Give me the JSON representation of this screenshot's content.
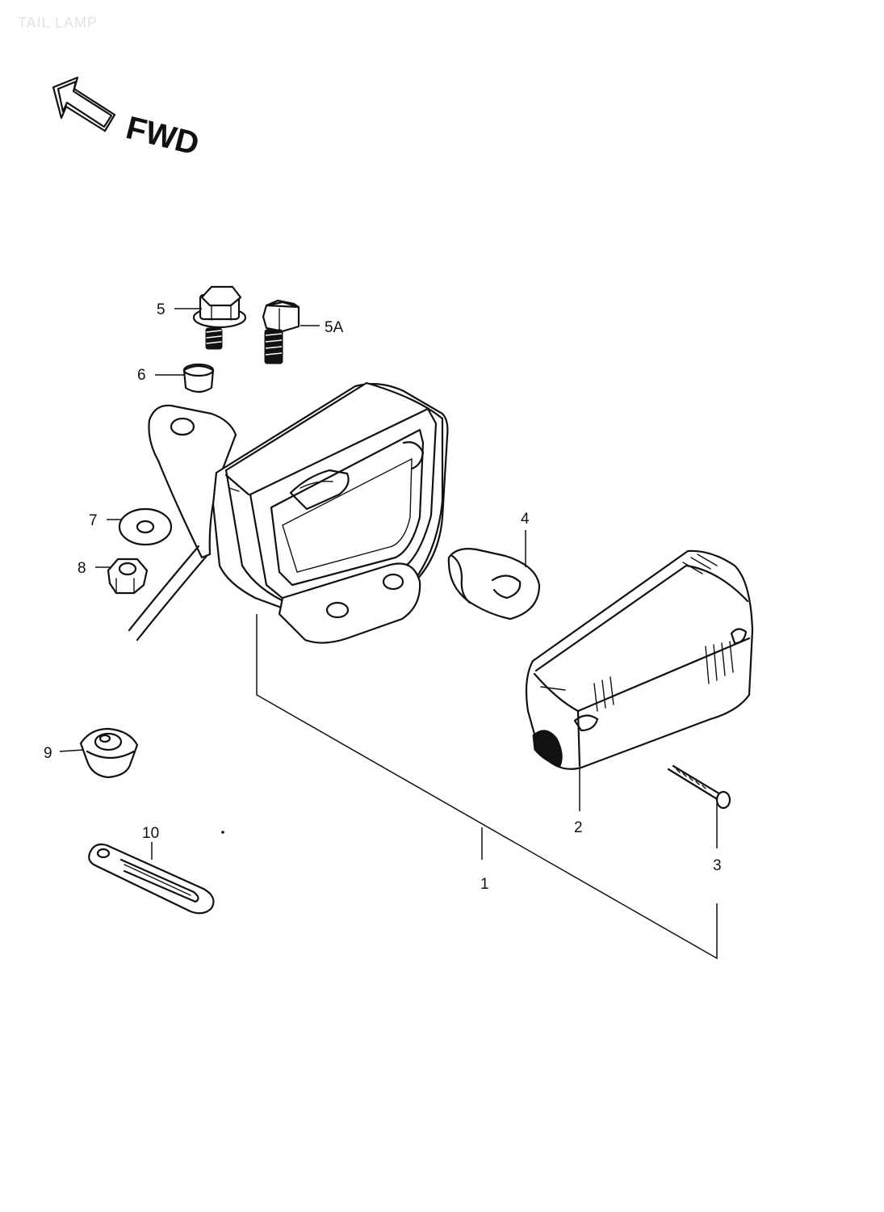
{
  "title": "TAIL LAMP",
  "direction_label": "FWD",
  "callouts": [
    {
      "id": "c1",
      "text": "1"
    },
    {
      "id": "c2",
      "text": "2"
    },
    {
      "id": "c3",
      "text": "3"
    },
    {
      "id": "c4",
      "text": "4"
    },
    {
      "id": "c5",
      "text": "5"
    },
    {
      "id": "c5a",
      "text": "5A"
    },
    {
      "id": "c6",
      "text": "6"
    },
    {
      "id": "c7",
      "text": "7"
    },
    {
      "id": "c8",
      "text": "8"
    },
    {
      "id": "c9",
      "text": "9"
    },
    {
      "id": "c10",
      "text": "10"
    }
  ]
}
